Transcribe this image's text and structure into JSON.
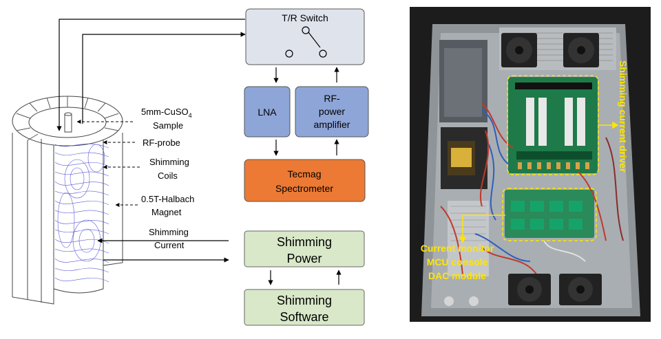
{
  "diagram": {
    "blocks": {
      "tr_switch": "T/R Switch",
      "lna": "LNA",
      "rf_amp": [
        "RF-",
        "power",
        "amplifier"
      ],
      "spectrometer": [
        "Tecmag",
        "Spectrometer"
      ],
      "shim_power": [
        "Shimming",
        "Power"
      ],
      "shim_software": [
        "Shimming",
        "Software"
      ]
    },
    "labels": {
      "sample": [
        "5mm-CuSO",
        "4",
        "Sample"
      ],
      "rf_probe": "RF-probe",
      "shim_coils": [
        "Shimming",
        "Coils"
      ],
      "magnet": [
        "0.5T-Halbach",
        "Magnet"
      ],
      "shim_current": [
        "Shimming",
        "Current"
      ]
    },
    "colors": {
      "tr_switch": "#dfe3ec",
      "lna": "#8ea5d8",
      "rf_amp": "#8ea5d8",
      "spectrometer": "#ec7a34",
      "shim": "#d8e8c8",
      "coil": "#5b5bd6"
    }
  },
  "photo": {
    "labels": {
      "driver": "Shimming current driver",
      "monitor": [
        "Current monitor",
        "MCU console",
        "DAC module"
      ]
    },
    "label_color": "#ffe600"
  }
}
